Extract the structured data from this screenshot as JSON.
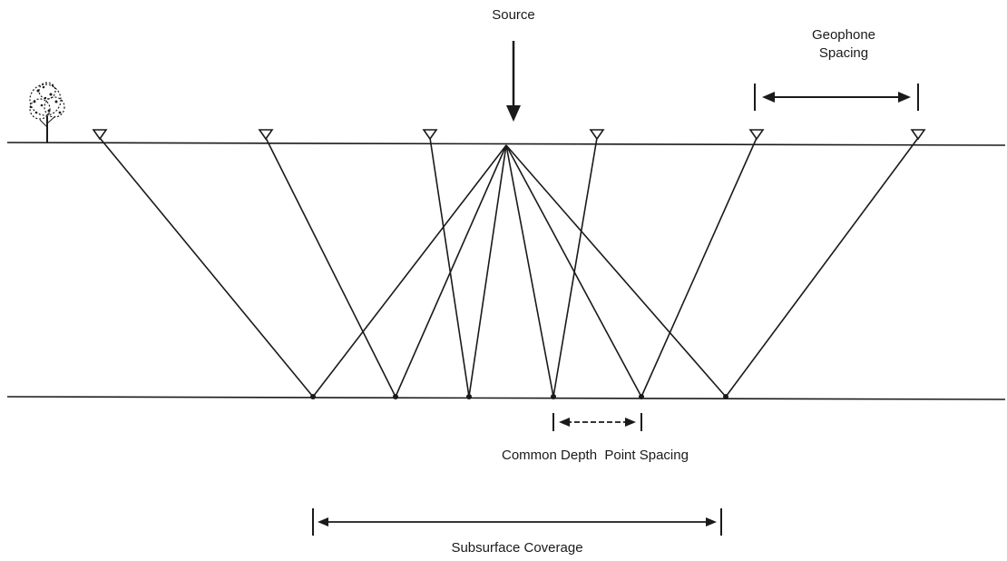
{
  "labels": {
    "source": "Source",
    "geophone_spacing_line1": "Geophone",
    "geophone_spacing_line2": "Spacing",
    "common_depth_point_spacing": "Common Depth  Point Spacing",
    "subsurface_coverage": "Subsurface Coverage"
  },
  "colors": {
    "ink": "#1a1a1a",
    "background": "#ffffff"
  },
  "icons": {
    "tree": "tree-icon",
    "geophone": "geophone-icon",
    "source_arrow": "arrow-down-icon"
  }
}
